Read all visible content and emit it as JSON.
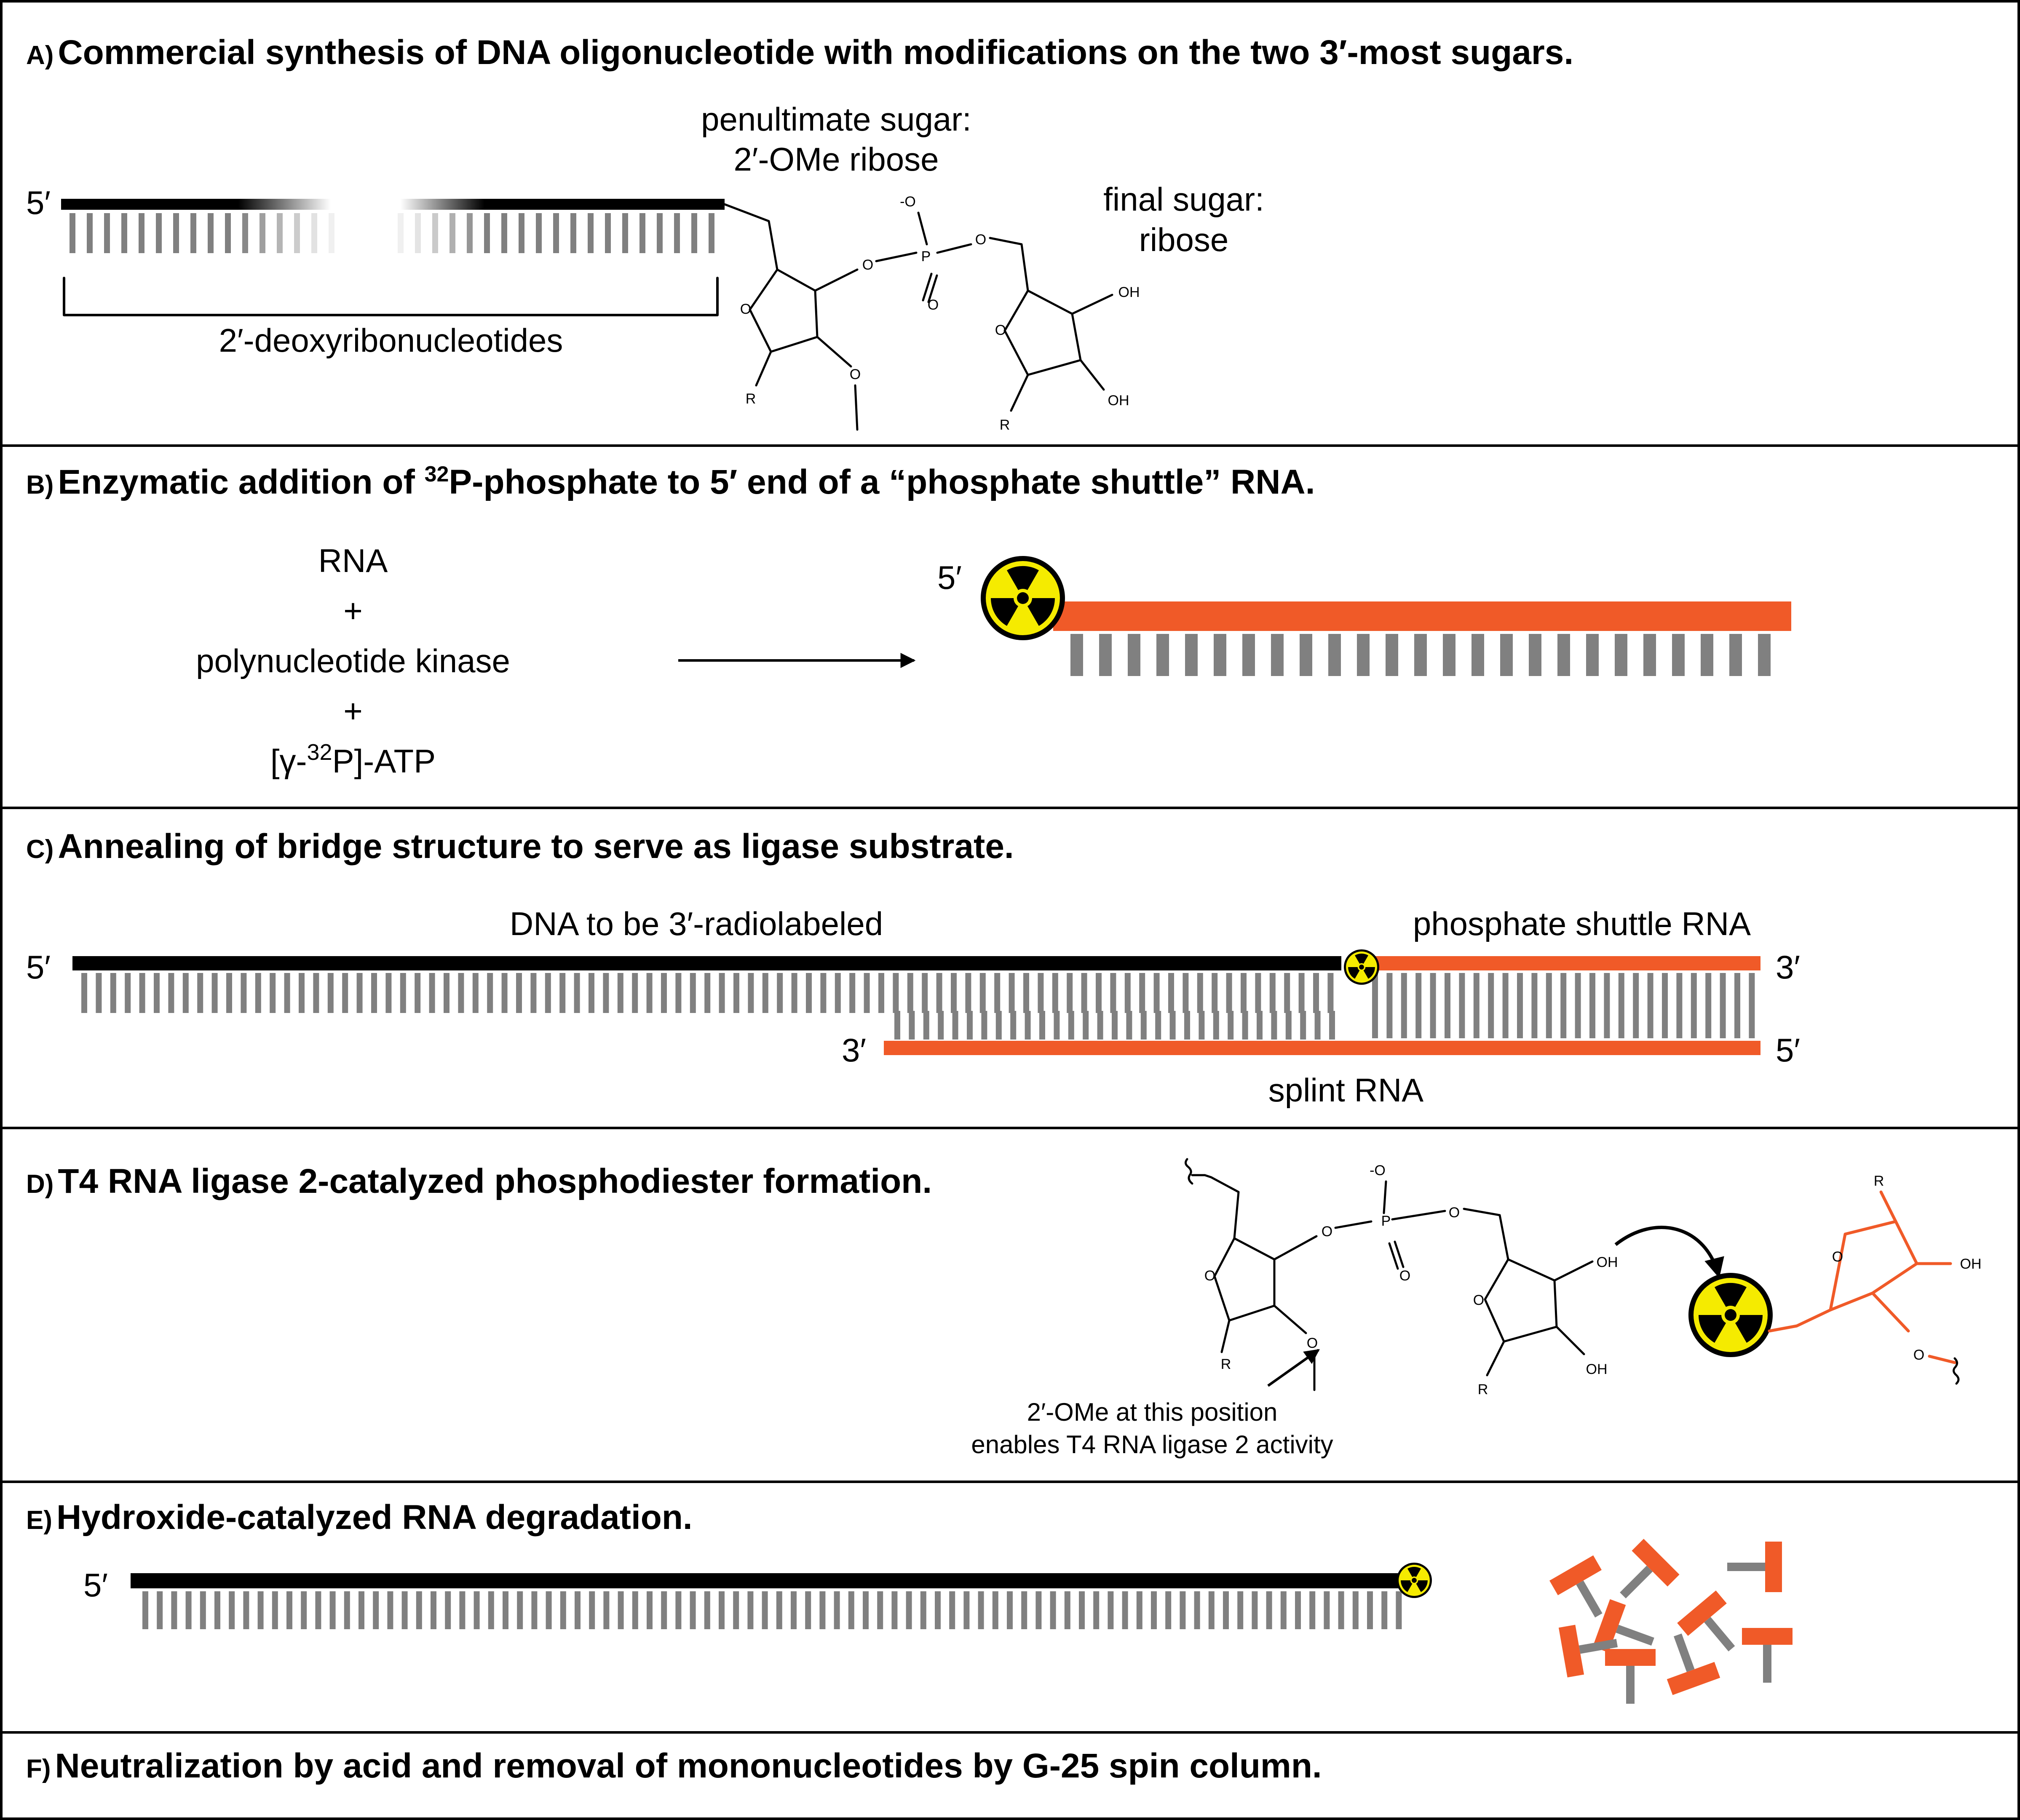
{
  "colors": {
    "dna_strand": "#000000",
    "rna_strand": "#F05A28",
    "base": "#808080",
    "radioactive_yellow": "#F5EB00",
    "frame": "#000000"
  },
  "icons": [
    "radioactive-trefoil-icon",
    "reaction-arrow-icon",
    "curved-attack-arrow-icon",
    "wavy-bond-icon"
  ],
  "panels": {
    "a": {
      "letter": "A)",
      "title": "Commercial synthesis of DNA oligonucleotide with modifications on the two 3′-most sugars.",
      "label_5prime": "5′",
      "label_penultimate_1": "penultimate sugar:",
      "label_penultimate_2": "2′-OMe ribose",
      "label_final_1": "final sugar:",
      "label_final_2": "ribose",
      "bracket_label": "2′-deoxyribonucleotides",
      "chem": {
        "o_minus": "-O",
        "p": "P",
        "o": "O",
        "r": "R",
        "oh": "OH"
      }
    },
    "b": {
      "letter": "B)",
      "title_pre": "Enzymatic addition of ",
      "title_sup": "32",
      "title_post": "P-phosphate to 5′ end of a “phosphate shuttle” RNA.",
      "reagent_1": "RNA",
      "plus": "+",
      "reagent_2": "polynucleotide kinase",
      "reagent_3_pre": "[γ-",
      "reagent_3_sup": "32",
      "reagent_3_post": "P]-ATP",
      "label_5prime": "5′"
    },
    "c": {
      "letter": "C)",
      "title": "Annealing of bridge structure to serve as ligase substrate.",
      "label_dna": "DNA to be 3′-radiolabeled",
      "label_shuttle": "phosphate shuttle RNA",
      "label_splint": "splint RNA",
      "label_5prime_left": "5′",
      "label_3prime_right": "3′",
      "label_3prime_splint": "3′",
      "label_5prime_splint": "5′"
    },
    "d": {
      "letter": "D)",
      "title": "T4 RNA ligase 2-catalyzed phosphodiester formation.",
      "note_1": "2′-OMe at this position",
      "note_2": "enables T4 RNA ligase 2 activity",
      "chem": {
        "o_minus": "-O",
        "p": "P",
        "o": "O",
        "r": "R",
        "oh": "OH"
      }
    },
    "e": {
      "letter": "E)",
      "title": "Hydroxide-catalyzed RNA degradation.",
      "label_5prime": "5′"
    },
    "f": {
      "letter": "F)",
      "title": "Neutralization by acid and removal of mononucleotides by G-25 spin column."
    }
  }
}
